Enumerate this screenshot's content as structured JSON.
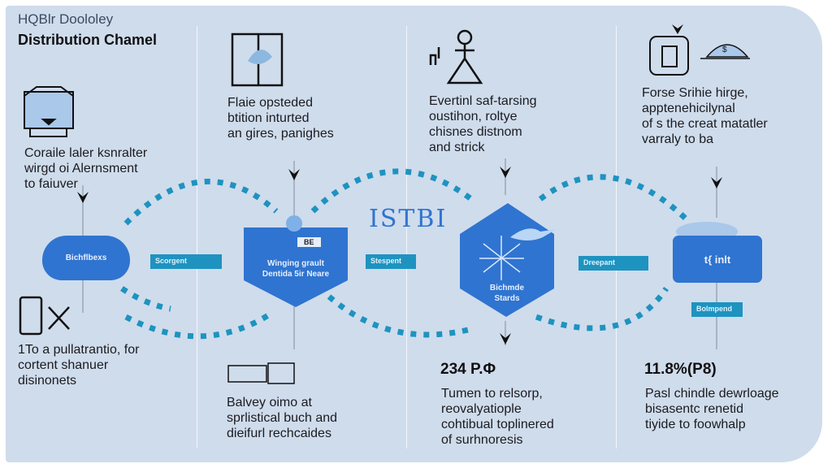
{
  "header": {
    "subtitle": "HQBlr Doololey",
    "title": "Distribution Chamel"
  },
  "columns": [
    {
      "description": [
        "Coraile laler ksnralter",
        "wirgd oi Alernsment",
        "to faiuver"
      ],
      "node_label": "Bichflbexs",
      "bottom_text": [
        "1To a pullatrantio, for",
        "cortent shanuer",
        "disinonets"
      ]
    },
    {
      "description": [
        "Flaie opsteded",
        "btition inturted",
        "an gires, panighes"
      ],
      "node_tag": "BE",
      "node_label": [
        "Winging grault",
        "Dentida 5ir Neare"
      ],
      "bottom_text": [
        "Balvey oimo at",
        "sprlistical buch and",
        "dieifurl rechcaides"
      ]
    },
    {
      "description": [
        "Evertinl saf-tarsing",
        "oustihon, roltye",
        "chisnes distnom",
        "and strick"
      ],
      "node_label": [
        "Bichmde",
        "Stards"
      ],
      "stat": "234 P.Φ",
      "bottom_text": [
        "Tumen to relsorp,",
        "reovalyatiople",
        "cohtibual toplinered",
        "of surhnoresis"
      ]
    },
    {
      "description": [
        "Forse Srihie hirge,",
        "apptenehicilynal",
        "of s the creat matatler",
        "varraly to ba"
      ],
      "node_label": "t{ inlt",
      "node_tag": "Bolmpend",
      "stat": "11.8%(P8)",
      "bottom_text": [
        "Pasl chindle dewrloage",
        "bisasentc renetid",
        "tiyide to foowhalp"
      ]
    }
  ],
  "connectors": [
    "Scorgent",
    "Stespent",
    "Dreepant"
  ],
  "logo_text": "ISTBI",
  "colors": {
    "panel": "#cfdcec",
    "blue": "#2f74d0",
    "teal": "#1e93c0"
  }
}
